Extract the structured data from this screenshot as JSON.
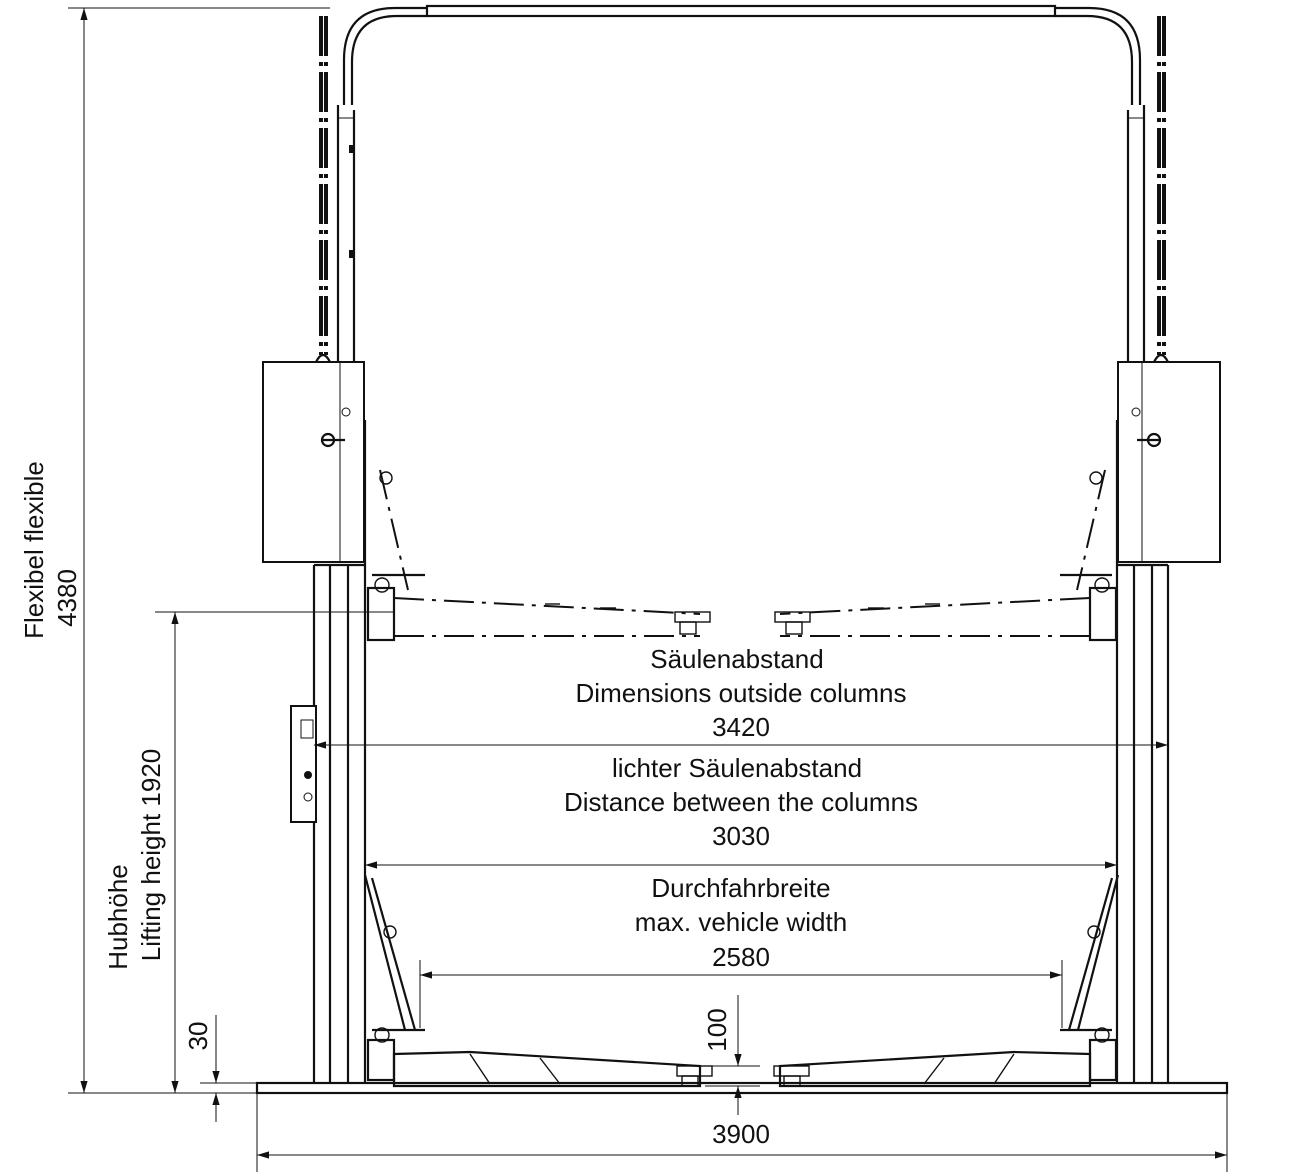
{
  "labels": {
    "column_spacing_de": "Säulenabstand",
    "column_spacing_en": "Dimensions outside columns",
    "column_spacing_value": "3420",
    "clear_spacing_de": "lichter Säulenabstand",
    "clear_spacing_en": "Distance between the columns",
    "clear_spacing_value": "3030",
    "drive_width_de": "Durchfahrbreite",
    "drive_width_en": "max. vehicle width",
    "drive_width_value": "2580",
    "total_width_value": "3900",
    "height_label_de_en": "Flexibel flexible",
    "height_value": "4380",
    "lift_label_de": "Hubhöhe",
    "lift_label_en": "Lifting height 1920",
    "min_height_value": "30",
    "arm_height_value": "100"
  }
}
